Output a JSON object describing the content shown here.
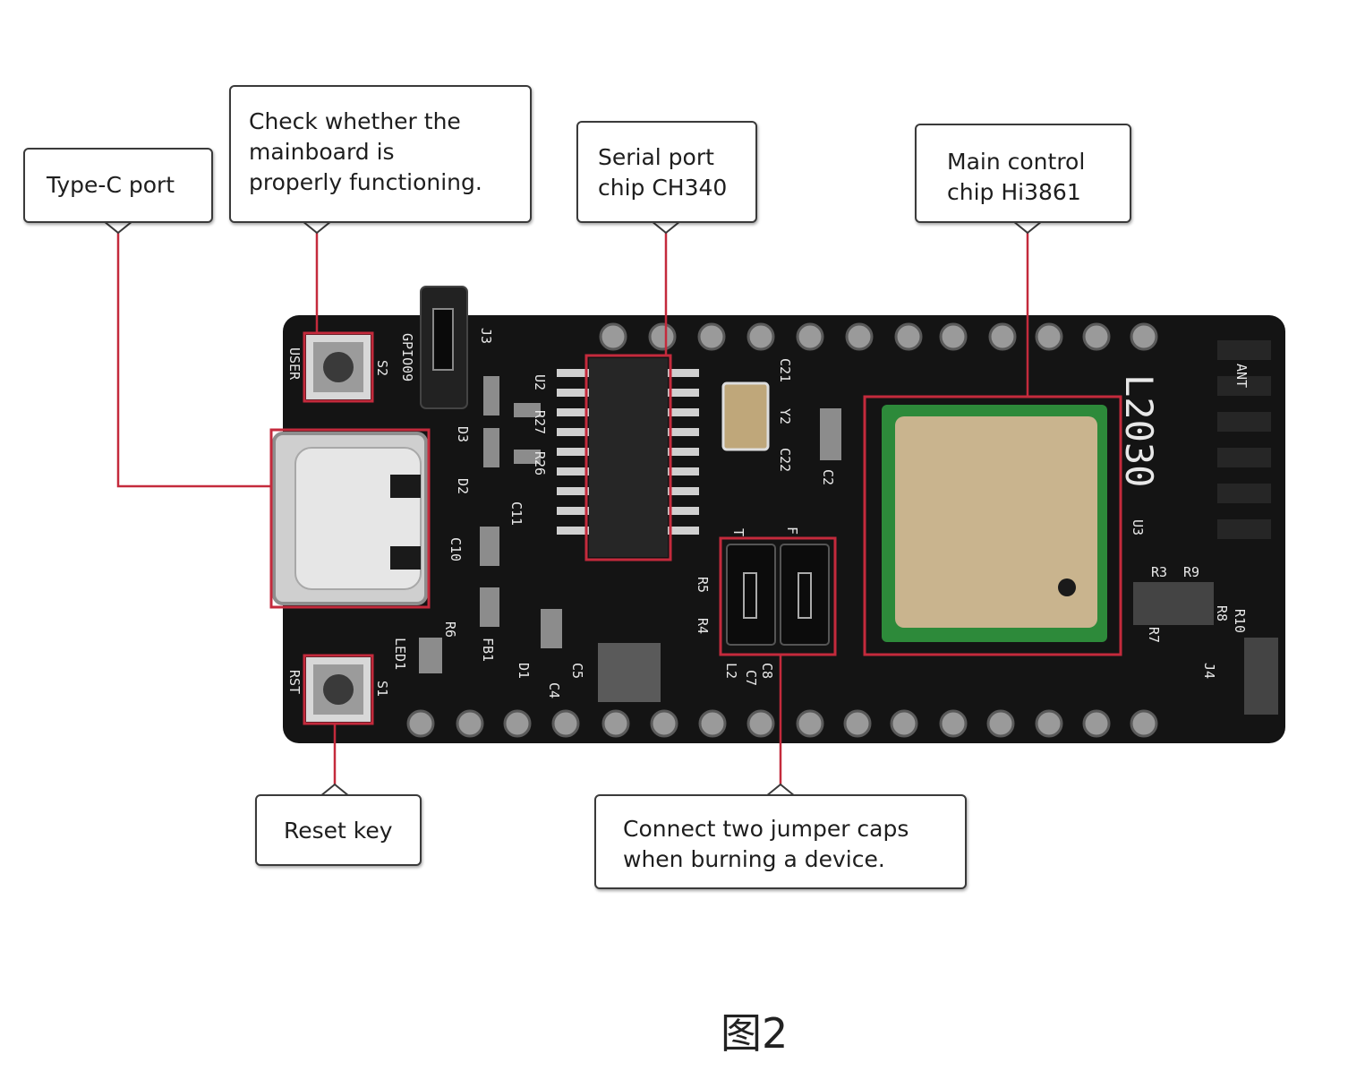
{
  "callouts": {
    "typec": "Type-C port",
    "check": "Check whether the\nmainboard is\nproperly functioning.",
    "serial": "Serial port\nchip CH340",
    "main": "Main control\nchip Hi3861",
    "reset": "Reset key",
    "jumper": "Connect two jumper caps\nwhen burning a device."
  },
  "silkscreen": {
    "user": "USER",
    "s2": "S2",
    "gpio": "GPIO09",
    "j3": "J3",
    "u2": "U2",
    "r27": "R27",
    "r26": "R26",
    "d3": "D3",
    "d2": "D2",
    "c11": "C11",
    "c10": "C10",
    "c21": "C21",
    "y2": "Y2",
    "c22": "C22",
    "c2": "C2",
    "u3": "U3",
    "ant": "ANT",
    "brand": "L2030",
    "rst": "RST",
    "s1": "S1",
    "led1": "LED1",
    "r6": "R6",
    "fb1": "FB1",
    "d1": "D1",
    "c5": "C5",
    "c4": "C4",
    "c8": "C8",
    "c7": "C7",
    "l2": "L2",
    "r5": "R5",
    "r4": "R4",
    "r3": "R3",
    "r9": "R9",
    "r7": "R7",
    "r8": "R8",
    "r10": "R10",
    "j4": "J4",
    "t": "T",
    "f": "F"
  },
  "caption": "图2",
  "colors": {
    "board": "#141414",
    "highlight": "#c42a3c",
    "leader": "#c42a3c",
    "module": "#c9b48e",
    "pad": "#bfbfbf"
  }
}
